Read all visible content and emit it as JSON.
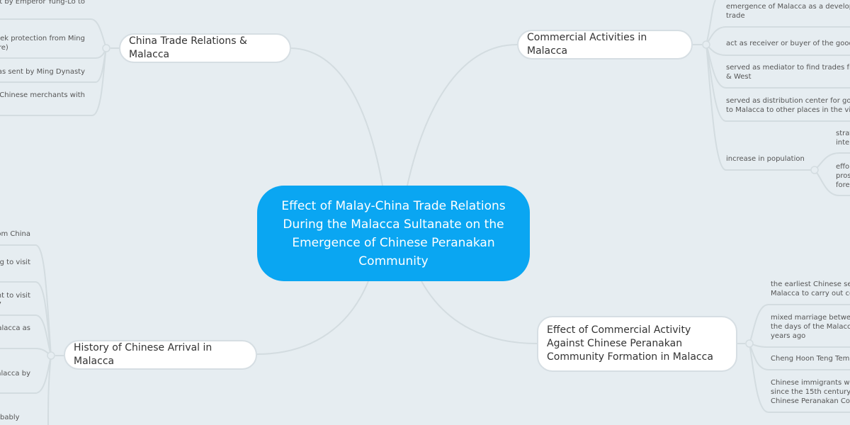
{
  "central": {
    "title": "Effect of Malay-China Trade Relations During the Malacca Sultanate on the Emergence of Chinese Peranakan Community"
  },
  "colors": {
    "central": "#0aa6f2",
    "background": "#e6edf1",
    "connector": "#d3dce0"
  },
  "branches": {
    "china": {
      "label": "China Trade Relations & Malacca",
      "items": [
        [
          "nt by Emperor Yung-Lo to"
        ],
        [
          "seek protection from Ming",
          "pire)"
        ],
        [
          "was sent by Ming Dynasty"
        ],
        [
          "n Chinese merchants with",
          "y"
        ]
      ]
    },
    "history": {
      "label": "History of Chinese Arrival in Malacca",
      "items": [
        [
          "om China"
        ],
        [
          "ng to visit"
        ],
        [
          "nt to visit",
          "7"
        ],
        [
          "lalacca as"
        ],
        [
          "alacca by"
        ],
        [
          "bably"
        ]
      ]
    },
    "commercial": {
      "label": "Commercial Activities in Malacca",
      "items": [
        [
          "emergence of Malacca as a developed",
          "trade"
        ],
        [
          "act as receiver or buyer of the goods"
        ],
        [
          "served as mediator to find trades from",
          "& West"
        ],
        [
          "served as distribution center for good",
          "to Malacca to other places in the vicin"
        ],
        [
          "increase in population"
        ]
      ],
      "population_subitems": [
        [
          "strat",
          "inter"
        ],
        [
          "effo",
          "pros",
          "forei"
        ]
      ]
    },
    "effect": {
      "label": "Effect of Commercial Activity Against Chinese Peranakan Community Formation in Malacca",
      "items": [
        [
          "the earliest Chinese sett",
          "Malacca to carry out cor"
        ],
        [
          "mixed marriage between",
          "the days of the Malacca",
          "years ago"
        ],
        [
          "Cheng Hoon Teng Temp"
        ],
        [
          "Chinese immigrants who",
          "since the 15th century a",
          "Chinese Peranakan Com"
        ]
      ]
    }
  }
}
